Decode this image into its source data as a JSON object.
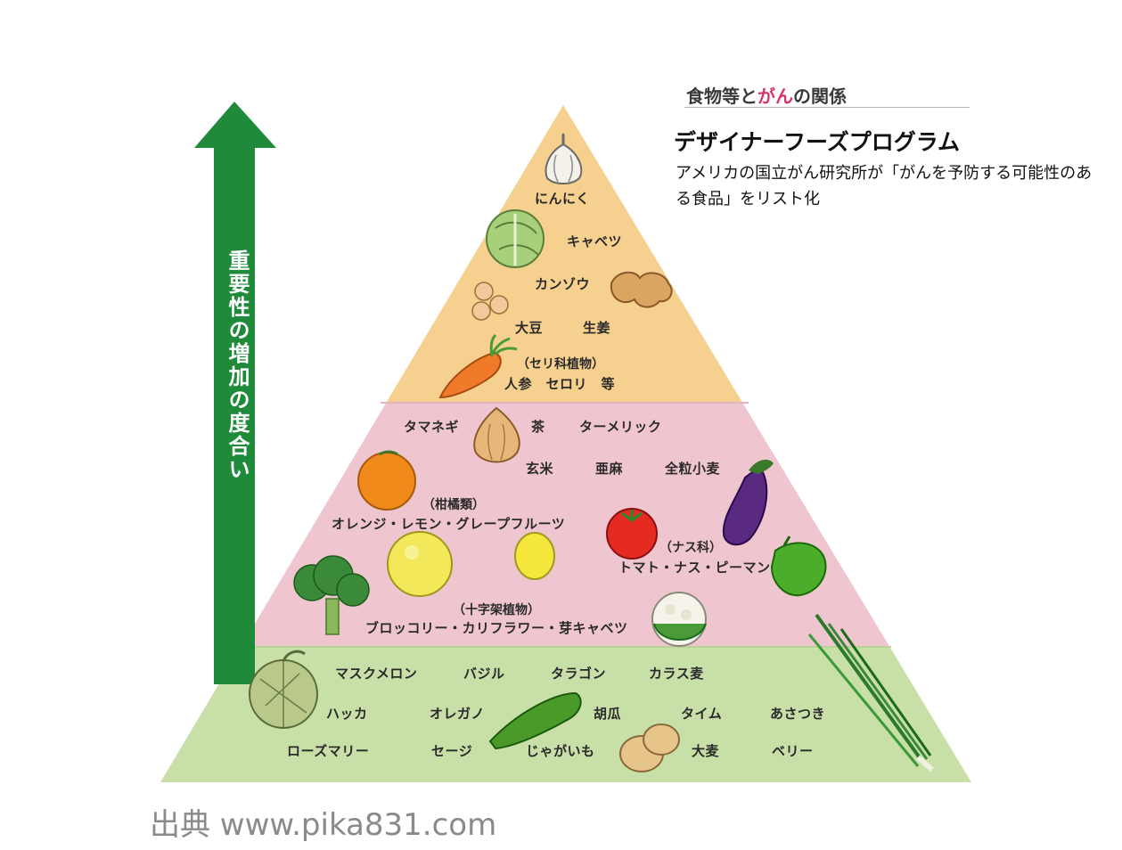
{
  "header": {
    "title_pre": "食物等と",
    "title_accent": "がん",
    "title_post": "の関係",
    "program_title": "デザイナーフーズプログラム",
    "program_desc": "アメリカの国立がん研究所が「がんを予防する可能性のある食品」をリスト化"
  },
  "axis": {
    "label": "重要性の増加の度合い"
  },
  "tiers": {
    "top": {
      "color": "#f5d08f",
      "labels": {
        "garlic": "にんにく",
        "cabbage": "キャベツ",
        "licorice": "カンゾウ",
        "soybean": "大豆",
        "ginger": "生姜",
        "umbellifer_cat": "（セリ科植物）",
        "carrot_celery": "人参　セロリ　等"
      }
    },
    "middle": {
      "color": "#efc6cf",
      "labels": {
        "onion": "タマネギ",
        "tea": "茶",
        "turmeric": "ターメリック",
        "brown_rice": "玄米",
        "flax": "亜麻",
        "whole_wheat": "全粒小麦",
        "citrus_cat": "（柑橘類）",
        "citrus": "オレンジ・レモン・グレープフルーツ",
        "nightshade_cat": "（ナス科）",
        "nightshade": "トマト・ナス・ピーマン",
        "crucifer_cat": "（十字架植物）",
        "crucifer": "ブロッコリー・カリフラワー・芽キャベツ"
      }
    },
    "bottom": {
      "color": "#c8dfa8",
      "labels": {
        "muskmelon": "マスクメロン",
        "basil": "バジル",
        "tarragon": "タラゴン",
        "oat": "カラス麦",
        "mint": "ハッカ",
        "oregano": "オレガノ",
        "cucumber": "胡瓜",
        "thyme": "タイム",
        "chives": "あさつき",
        "rosemary": "ローズマリー",
        "sage": "セージ",
        "potato": "じゃがいも",
        "barley": "大麦",
        "berry": "ベリー"
      }
    }
  },
  "colors": {
    "arrow": "#1e8a3a",
    "title_accent": "#d6336c"
  },
  "footer": {
    "source": "出典 www.pika831.com"
  }
}
